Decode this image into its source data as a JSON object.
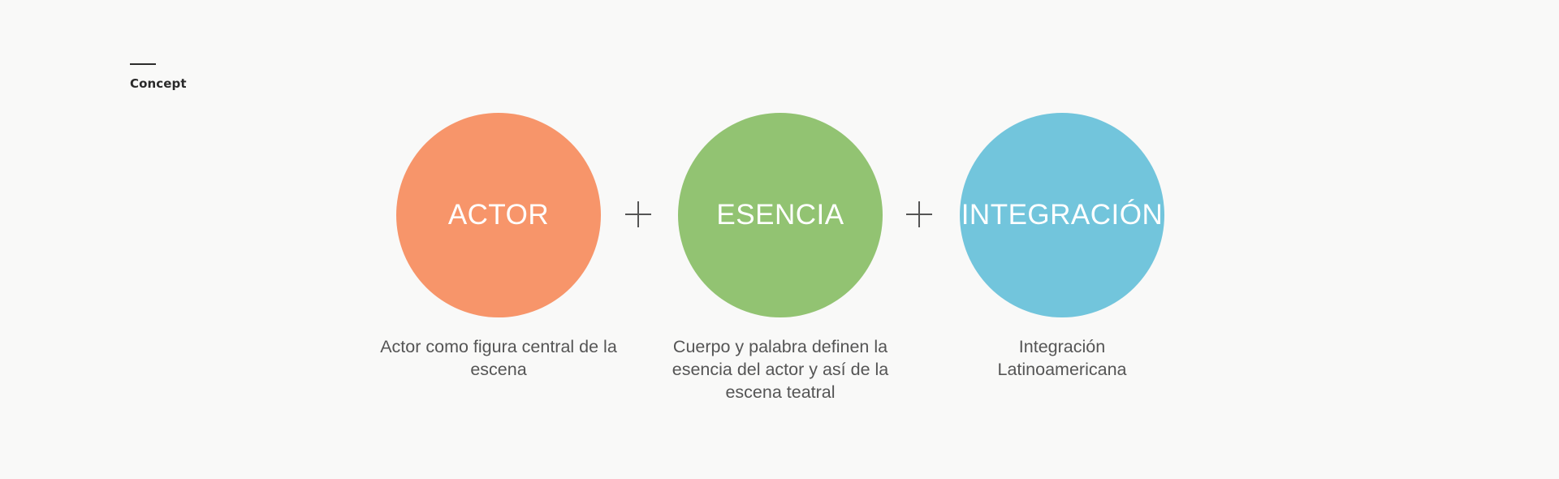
{
  "section": {
    "label": "Concept"
  },
  "colors": {
    "actor": "#f7956a",
    "esencia": "#92c372",
    "integracion": "#72c5dc"
  },
  "concepts": [
    {
      "title": "ACTOR",
      "description": "Actor como figura central de la escena"
    },
    {
      "title": "ESENCIA",
      "description": "Cuerpo y palabra definen la esencia del actor y así de la escena teatral"
    },
    {
      "title": "INTEGRACIÓN",
      "description": "Integración Latinoamericana"
    }
  ],
  "operators": [
    "plus-icon",
    "plus-icon"
  ]
}
